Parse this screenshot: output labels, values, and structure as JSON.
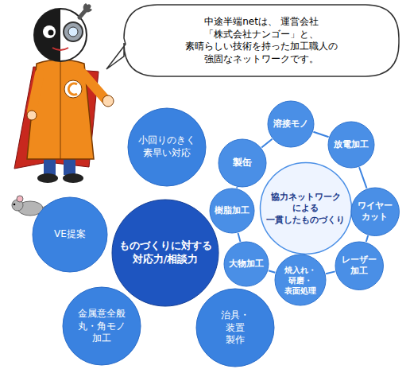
{
  "diagram": {
    "nodes": [
      {
        "text": [
          "中途半端netは、 運営会社「株式会社ナンゴー」と、 素晴らしい技術を持った加工職人の 強固なネットワークです。"
        ]
      },
      {
        "text": [
          "小回りのきく 素早い対応"
        ]
      },
      {
        "text": [
          "VE提案"
        ]
      },
      {
        "text": [
          "ものづくりに対する 対応力/相談力"
        ]
      },
      {
        "text": [
          "金属意全般 丸・角モノ 加工"
        ]
      },
      {
        "text": [
          "治具・装置 製作"
        ]
      },
      {
        "text": [
          "協力ネットワーク による 一貫したものづくり"
        ]
      },
      {
        "text": [
          "製缶"
        ]
      },
      {
        "text": [
          "溶接モノ"
        ]
      },
      {
        "text": [
          "放電加工"
        ]
      },
      {
        "text": [
          "ワイヤー カット"
        ]
      },
      {
        "text": [
          "レーザー 加工"
        ]
      },
      {
        "text": [
          "焼入れ・ 研磨・ 表面処理"
        ]
      },
      {
        "text": [
          "大物加工"
        ]
      },
      {
        "text": [
          "樹脂加工"
        ]
      }
    ],
    "edges": [
      {
        "from": 7,
        "to": 8,
        "arrow": "none"
      },
      {
        "from": 8,
        "to": 9,
        "arrow": "none"
      },
      {
        "from": 9,
        "to": 10,
        "arrow": "none"
      },
      {
        "from": 10,
        "to": 11,
        "arrow": "none"
      },
      {
        "from": 11,
        "to": 12,
        "arrow": "none"
      },
      {
        "from": 12,
        "to": 13,
        "arrow": "none"
      },
      {
        "from": 13,
        "to": 14,
        "arrow": "none"
      },
      {
        "from": 14,
        "to": 7,
        "arrow": "none"
      }
    ]
  }
}
